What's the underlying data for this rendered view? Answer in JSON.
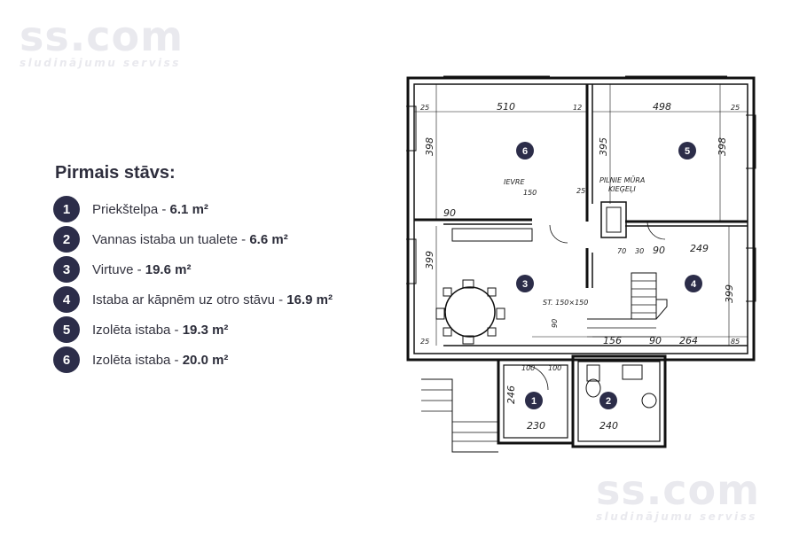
{
  "watermark": {
    "main": "ss.com",
    "sub": "sludinājumu serviss"
  },
  "legend": {
    "title": "Pirmais stāvs:",
    "items": [
      {
        "num": "1",
        "label": "Priekštelpa - ",
        "area": "6.1 m²"
      },
      {
        "num": "2",
        "label": "Vannas istaba un tualete - ",
        "area": "6.6 m²"
      },
      {
        "num": "3",
        "label": "Virtuve - ",
        "area": "19.6 m²"
      },
      {
        "num": "4",
        "label": "Istaba ar kāpnēm uz otro stāvu - ",
        "area": "16.9 m²"
      },
      {
        "num": "5",
        "label": "Izolēta istaba - ",
        "area": "19.3 m²"
      },
      {
        "num": "6",
        "label": "Izolēta istaba - ",
        "area": "20.0 m²"
      }
    ]
  },
  "plan": {
    "badges": [
      "6",
      "5",
      "3",
      "4",
      "1",
      "2"
    ],
    "dims": {
      "d510": "510",
      "d498": "498",
      "d25a": "25",
      "d12": "12",
      "d25b": "25",
      "d398a": "398",
      "d395": "395",
      "d398b": "398",
      "d90a": "90",
      "d150": "150",
      "d25c": "25",
      "d399a": "399",
      "d399b": "399",
      "d249": "249",
      "d70": "70",
      "d30": "30",
      "d90b": "90",
      "d156": "156",
      "d90c": "90",
      "d264": "264",
      "d85": "85",
      "d100a": "100",
      "d100b": "100",
      "d246": "246",
      "d230": "230",
      "d240": "240",
      "d90d": "90",
      "d25d": "25"
    },
    "notes": {
      "ievre": "IEVRE",
      "pilnie": "PILNIE MŪRA",
      "kiegeli": "KIEĢEĻI",
      "stair": "ST. 150×150"
    }
  }
}
